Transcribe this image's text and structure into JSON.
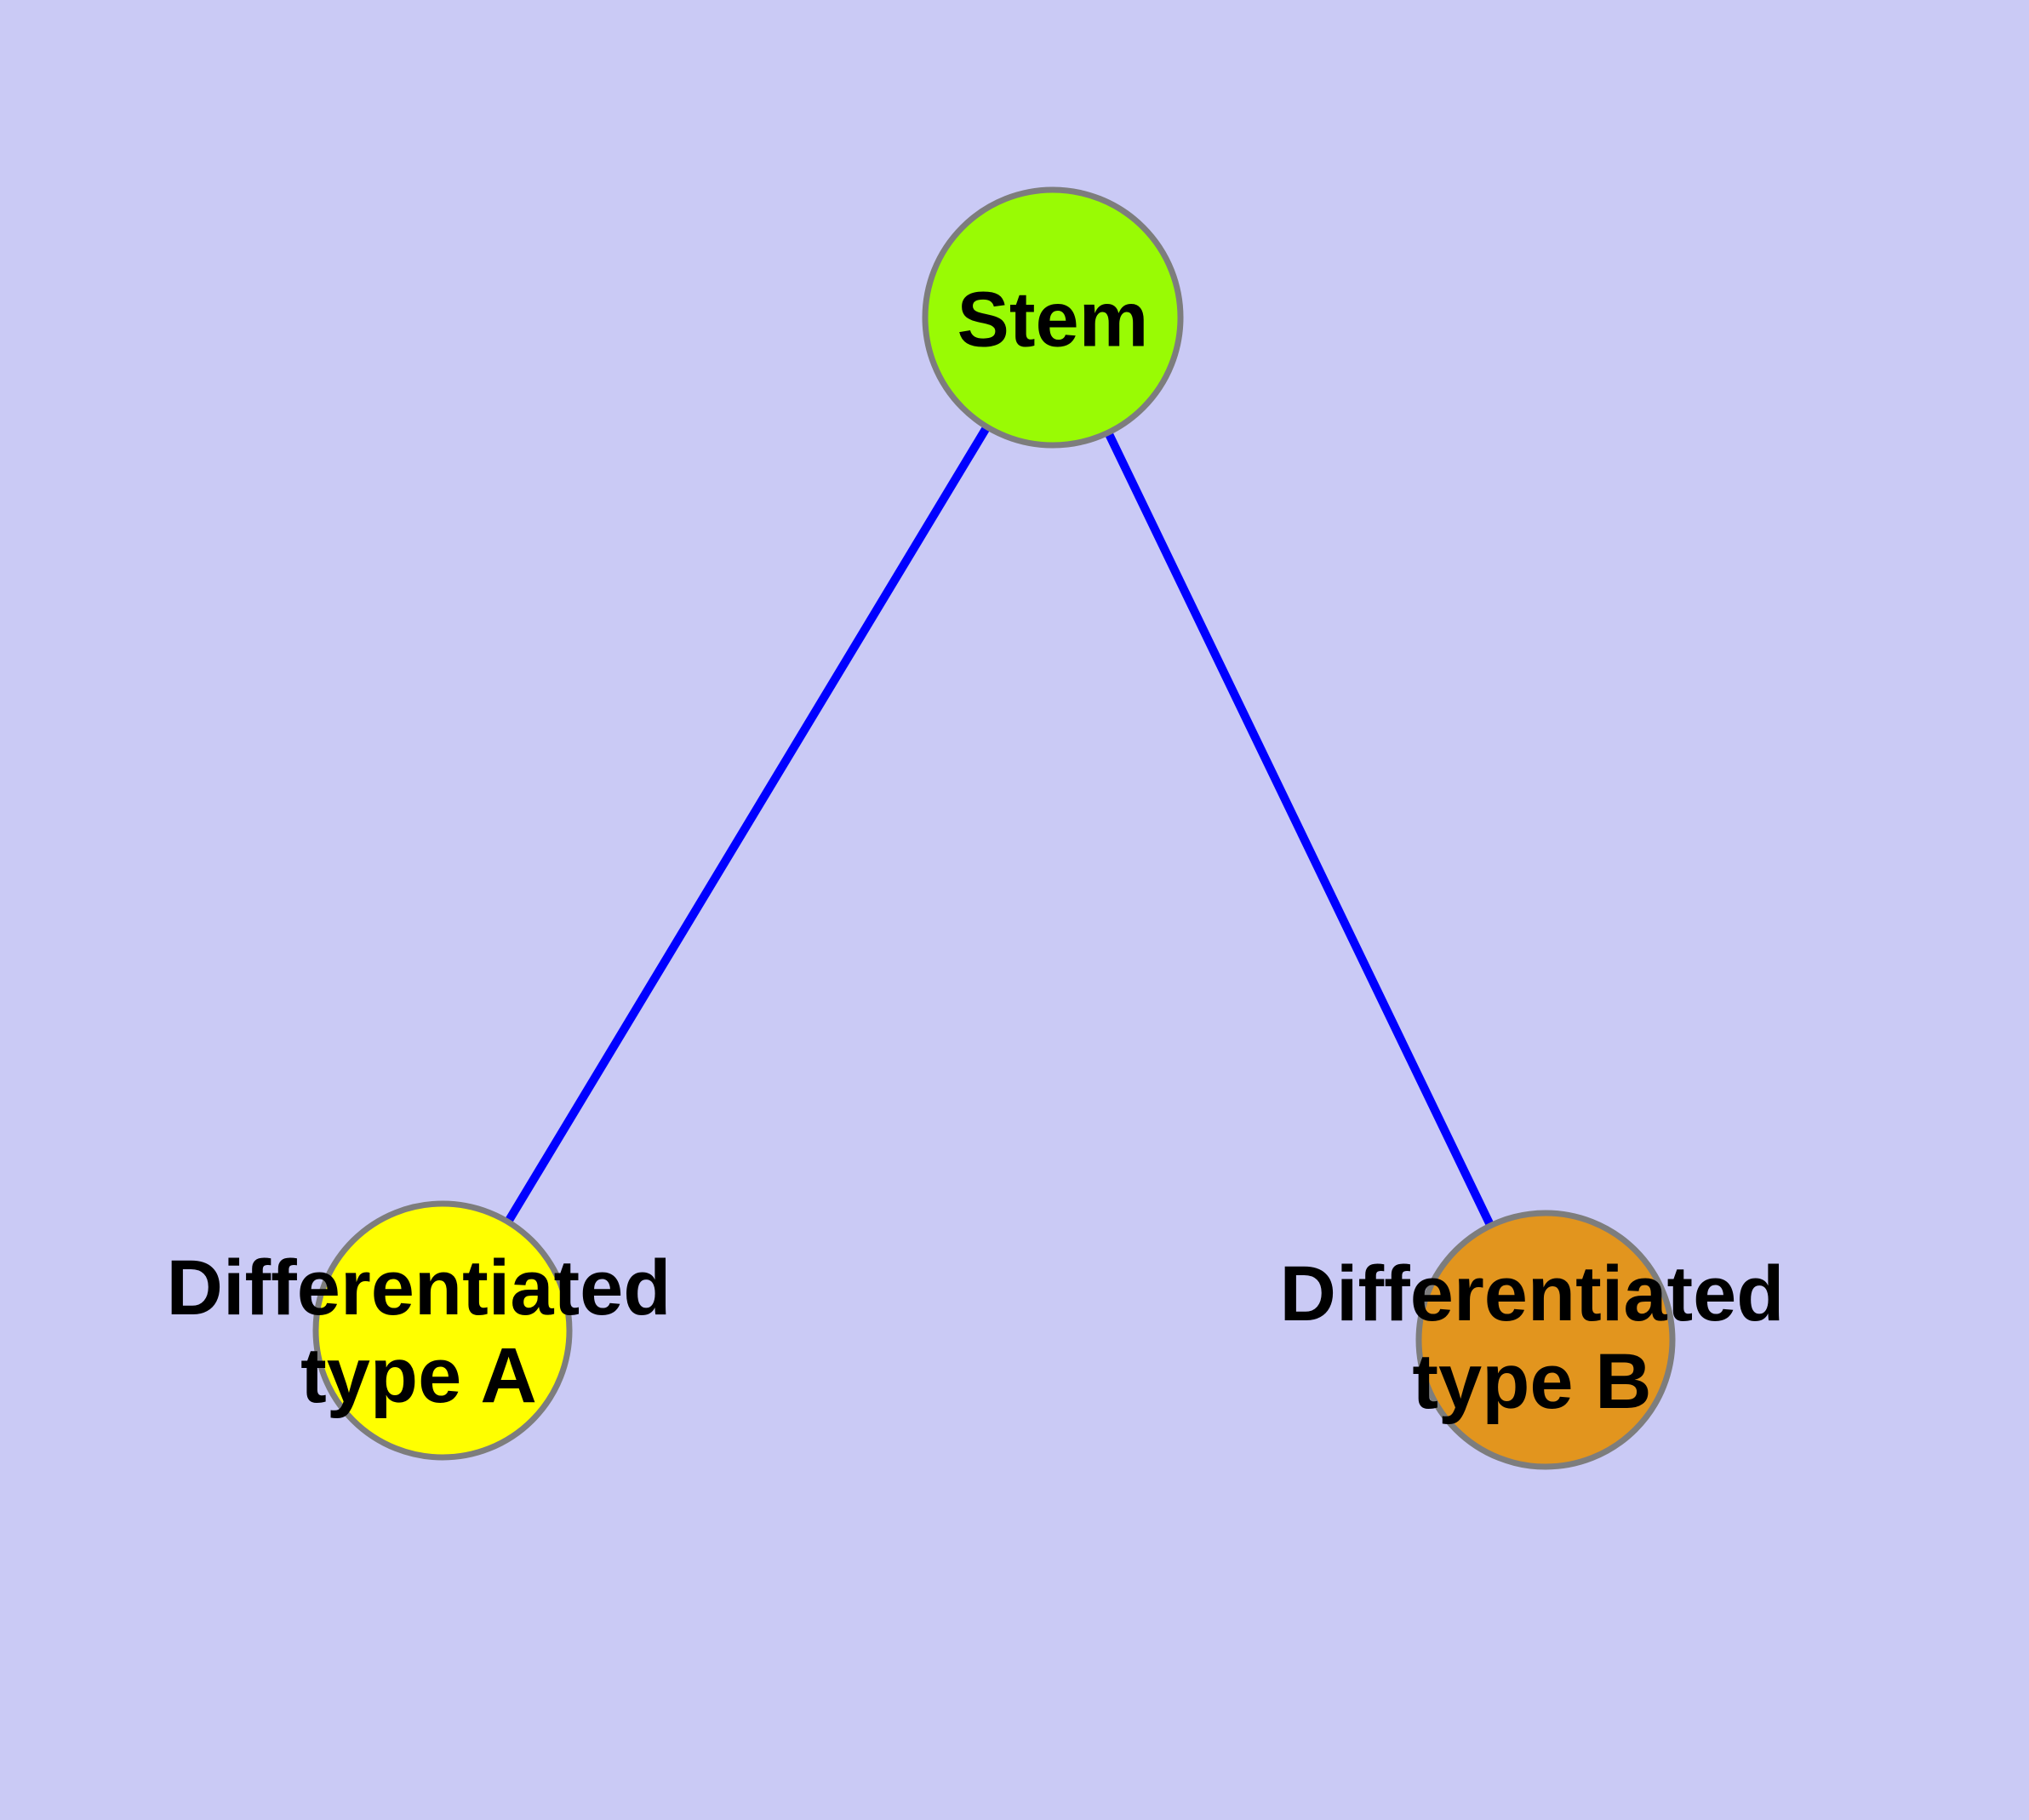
{
  "figure": {
    "type": "node-link-diagram",
    "description_visible_elements": "three circular nodes connected by two straight edges forming a tree",
    "colors": {
      "background": "#cacaf5",
      "edge": "#0000ff",
      "node_border": "#7d7d7d",
      "stem_fill": "#99fb04",
      "type_a_fill": "#ffff00",
      "type_b_fill": "#e2951e",
      "label_text": "#000000"
    },
    "nodes": {
      "stem": {
        "label": "Stem",
        "fill": "#99fb04"
      },
      "type_a": {
        "label": "Differentiated type A",
        "line1": "Differentiated",
        "line2": "type A",
        "fill": "#ffff00"
      },
      "type_b": {
        "label": "Differentiated type B",
        "line1": "Differentiated",
        "line2": "type B",
        "fill": "#e2951e"
      }
    },
    "edges": [
      {
        "from": "Stem",
        "to": "Differentiated type A"
      },
      {
        "from": "Stem",
        "to": "Differentiated type B"
      }
    ]
  }
}
